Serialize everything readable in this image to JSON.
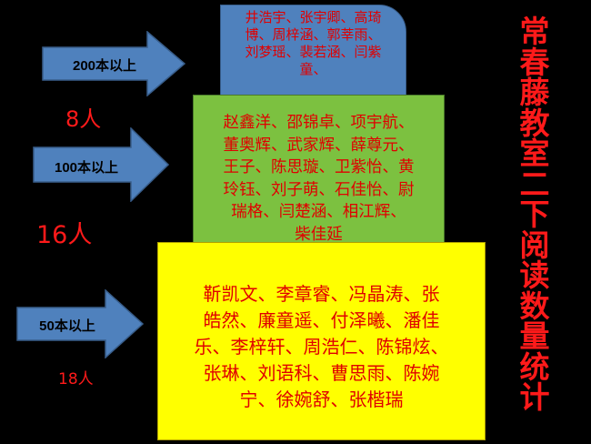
{
  "slide_title": [
    "常",
    "春",
    "藤",
    "教",
    "室",
    "二",
    "下",
    "阅",
    "读",
    "数",
    "量",
    "统",
    "计"
  ],
  "tiers": [
    {
      "arrow_label": "200本以上",
      "count": "8人",
      "names_lines": [
        "井浩宇、张宇卿、高琦",
        "博、周梓涵、郭莘雨、",
        "刘梦瑶、裴若涵、闫紫",
        "童、"
      ]
    },
    {
      "arrow_label": "100本以上",
      "count": "16人",
      "names_lines": [
        "赵鑫洋、邵锦卓、项宇航、",
        "董奥辉、武家辉、薛尊元、",
        "王子、陈思璇、卫紫怡、黄",
        "玲钰、刘子萌、石佳怡、尉",
        "瑞格、闫楚涵、相江辉、",
        "柴佳延"
      ]
    },
    {
      "arrow_label": "50本以上",
      "count": "18人",
      "names_lines": [
        "靳凯文、李章睿、冯晶涛、张",
        "皓然、廉童遥、付泽曦、潘佳",
        "乐、李梓轩、周浩仁、陈锦炫、",
        "张琳、刘语科、曹思雨、陈婉",
        "宁、徐婉舒、张楷瑞"
      ]
    }
  ],
  "colors": {
    "background": "#000000",
    "arrow_fill": "#4f81bd",
    "top_box": "#4f81bd",
    "middle_box": "#7cc140",
    "bottom_box": "#ffff00",
    "text_red": "#e00000"
  }
}
